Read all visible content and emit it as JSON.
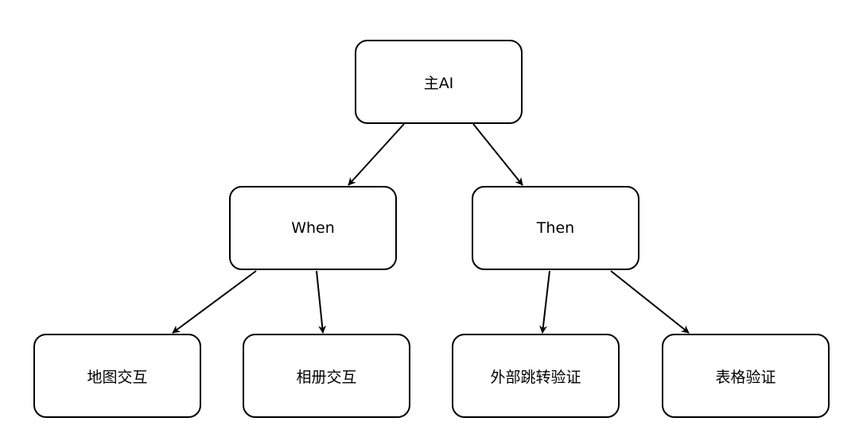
{
  "diagram": {
    "colors": {
      "line": "#000000",
      "node_border": "#000000",
      "node_fill": "#ffffff",
      "text": "#000000"
    },
    "nodes": {
      "root": {
        "label": "主AI"
      },
      "when": {
        "label": "When"
      },
      "then": {
        "label": "Then"
      },
      "map": {
        "label": "地图交互"
      },
      "album": {
        "label": "相册交互"
      },
      "external": {
        "label": "外部跳转验证"
      },
      "table": {
        "label": "表格验证"
      }
    },
    "edges": [
      {
        "from": "root",
        "to": "when"
      },
      {
        "from": "root",
        "to": "then"
      },
      {
        "from": "when",
        "to": "map"
      },
      {
        "from": "when",
        "to": "album"
      },
      {
        "from": "then",
        "to": "external"
      },
      {
        "from": "then",
        "to": "table"
      }
    ]
  }
}
